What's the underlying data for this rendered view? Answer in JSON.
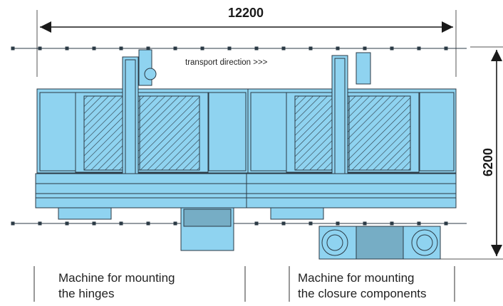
{
  "dimensions": {
    "width_label": "12200",
    "height_label": "6200"
  },
  "annotation": {
    "transport_direction": "transport direction >>>"
  },
  "captions": [
    {
      "line1": "Machine for mounting",
      "line2": "the hinges"
    },
    {
      "line1": "Machine for mounting",
      "line2": "the closure components"
    }
  ],
  "colors": {
    "machine_fill": "#8fd3f0",
    "outline": "#2b3a45",
    "hatch": "#2b3a45",
    "dimension_line": "#1a1a1a"
  }
}
